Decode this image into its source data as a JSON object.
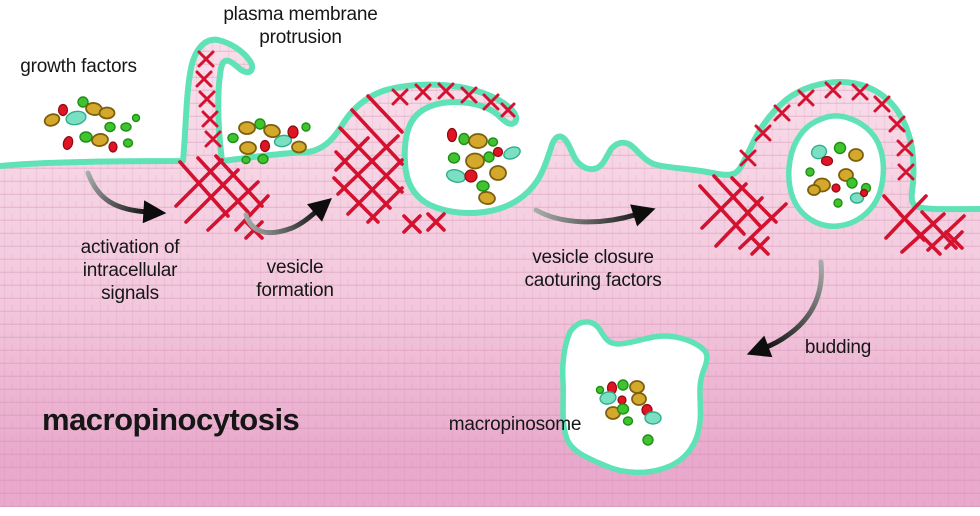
{
  "title": "macropinocytosis",
  "labels": {
    "growth_factors": "growth factors",
    "plasma_membrane_protrusion": "plasma membrane\nprotrusion",
    "activation": "activation of\nintracellular\nsignals",
    "vesicle_formation": "vesicle\nformation",
    "vesicle_closure": "vesicle closure\ncaoturing factors",
    "budding": "budding",
    "macropinosome": "macropinosome"
  },
  "colors": {
    "background": "#ffffff",
    "membrane": "#5fe3b6",
    "cytoplasm_top": "#f8dce9",
    "cytoplasm_mid": "#f3c9dd",
    "cytoplasm_bottom": "#e9a9cc",
    "texture_line": "#c77fa6",
    "actin": "#d41230",
    "dot_gold": "#d3a82b",
    "dot_gold_edge": "#7d5f0e",
    "dot_green": "#3fc32f",
    "dot_green_edge": "#1f8f17",
    "dot_teal": "#7be0c1",
    "dot_teal_edge": "#2fae8e",
    "dot_red": "#e11423",
    "dot_red_edge": "#8f0a13",
    "arrow_light": "#a8adaa",
    "arrow_dark": "#0d0d0d",
    "text": "#161616"
  }
}
